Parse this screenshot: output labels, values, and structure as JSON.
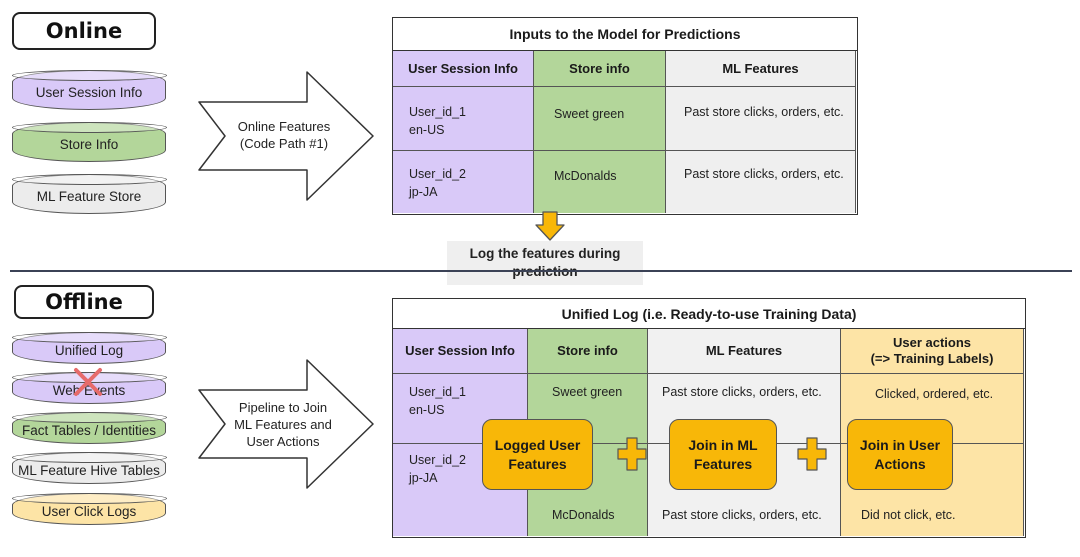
{
  "online": {
    "label": "Online",
    "sources": [
      {
        "label": "User Session Info",
        "color": "#d9c9f8"
      },
      {
        "label": "Store Info",
        "color": "#b3d69a"
      },
      {
        "label": "ML Feature Store",
        "color": "#ececec"
      }
    ],
    "arrow_label_line1": "Online Features",
    "arrow_label_line2": "(Code Path #1)"
  },
  "predictions_table": {
    "title": "Inputs to the Model for Predictions",
    "columns": [
      "User Session Info",
      "Store info",
      "ML Features"
    ],
    "rows": [
      {
        "user_line1": "User_id_1",
        "user_line2": "en-US",
        "store": "Sweet green",
        "features": "Past store clicks, orders, etc."
      },
      {
        "user_line1": "User_id_2",
        "user_line2": "jp-JA",
        "store": "McDonalds",
        "features": "Past store clicks, orders, etc."
      }
    ]
  },
  "log_step": {
    "line1": "Log the features during",
    "line2": "prediction"
  },
  "offline": {
    "label": "Offline",
    "sources": [
      {
        "label": "Unified Log",
        "color": "#d9c9f8"
      },
      {
        "label": "Web Events",
        "color": "#d9c9f8"
      },
      {
        "label": "Fact Tables / Identities",
        "color": "#b3d69a"
      },
      {
        "label": "ML Feature Hive Tables",
        "color": "#ececec"
      },
      {
        "label": "User Click Logs",
        "color": "#fde4a6"
      }
    ],
    "arrow_label_line1": "Pipeline to Join",
    "arrow_label_line2": "ML Features and",
    "arrow_label_line3": "User Actions"
  },
  "unified_table": {
    "title": "Unified Log (i.e. Ready-to-use Training Data)",
    "columns": [
      "User Session Info",
      "Store info",
      "ML Features"
    ],
    "label_column_line1": "User actions",
    "label_column_line2": "(=> Training Labels)",
    "rows": [
      {
        "user_line1": "User_id_1",
        "user_line2": "en-US",
        "store": "Sweet green",
        "features": "Past store clicks, orders, etc.",
        "action": "Clicked, ordered, etc."
      },
      {
        "user_line1": "User_id_2",
        "user_line2": "jp-JA",
        "store": "McDonalds",
        "features": "Past store clicks, orders, etc.",
        "action": "Did not click, etc."
      }
    ]
  },
  "steps": [
    {
      "line1": "Logged User",
      "line2": "Features"
    },
    {
      "line1": "Join in ML",
      "line2": "Features"
    },
    {
      "line1": "Join in User",
      "line2": "Actions"
    }
  ],
  "colors": {
    "purple": "#d9c9f8",
    "green": "#b3d69a",
    "gray": "#ececec",
    "yellow": "#fde4a6",
    "orange": "#f8b708",
    "cross": "#e66b6b"
  }
}
